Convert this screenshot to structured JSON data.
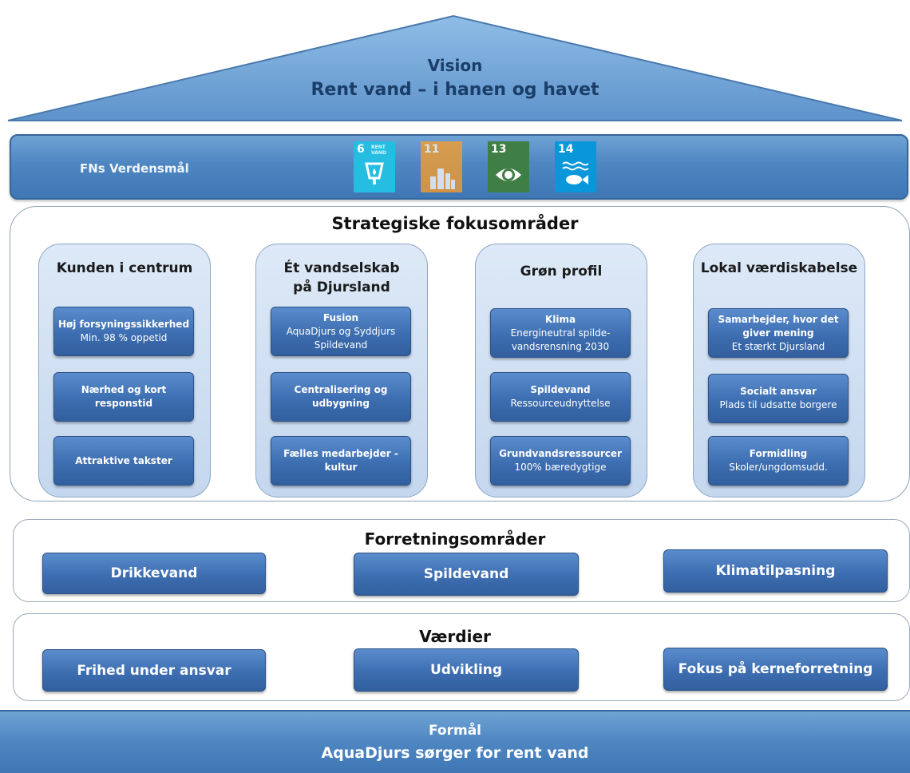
{
  "vision": {
    "title": "Vision",
    "subtitle": "Rent vand – i hanen og havet"
  },
  "sdg_band": {
    "label": "FNs Verdensmål",
    "goals": [
      {
        "number": "6",
        "color": "#26bde2",
        "icon": "water-tap-icon"
      },
      {
        "number": "11",
        "color": "#fd9d24",
        "icon": "city-buildings-icon"
      },
      {
        "number": "13",
        "color": "#3f7e44",
        "icon": "globe-eye-icon"
      },
      {
        "number": "14",
        "color": "#0a97d9",
        "icon": "fish-waves-icon"
      }
    ]
  },
  "strategic": {
    "title": "Strategiske fokusområder",
    "areas": [
      {
        "title": "Kunden i centrum",
        "items": [
          {
            "bold": "Høj forsyningssikkerhed",
            "text": "Min. 98 % oppetid"
          },
          {
            "bold": "Nærhed og kort responstid",
            "text": ""
          },
          {
            "bold": "Attraktive takster",
            "text": ""
          }
        ]
      },
      {
        "title": "Ét vandselskab på Djursland",
        "items": [
          {
            "bold": "Fusion",
            "text": "AquaDjurs og Syddjurs Spildevand"
          },
          {
            "bold": "Centralisering og udbygning",
            "text": ""
          },
          {
            "bold": "Fælles medarbejder - kultur",
            "text": ""
          }
        ]
      },
      {
        "title": "Grøn profil",
        "items": [
          {
            "bold": "Klima",
            "text": "Energineutral spilde-vandsrensning 2030"
          },
          {
            "bold": "Spildevand",
            "text": "Ressourceudnyttelse"
          },
          {
            "bold": "Grundvandsressourcer",
            "text": "100% bæredygtige"
          }
        ]
      },
      {
        "title": "Lokal værdiskabelse",
        "items": [
          {
            "bold": "Samarbejder, hvor det giver mening",
            "text": "Et stærkt Djursland"
          },
          {
            "bold": "Socialt ansvar",
            "text": "Plads til udsatte borgere"
          },
          {
            "bold": "Formidling",
            "text": "Skoler/ungdomsudd."
          }
        ]
      }
    ]
  },
  "business": {
    "title": "Forretningsområder",
    "items": [
      "Drikkevand",
      "Spildevand",
      "Klimatilpasning"
    ]
  },
  "values": {
    "title": "Værdier",
    "items": [
      "Frihed under ansvar",
      "Udvikling",
      "Fokus på kerneforretning"
    ]
  },
  "purpose": {
    "title": "Formål",
    "text": "AquaDjurs sørger for rent vand"
  }
}
